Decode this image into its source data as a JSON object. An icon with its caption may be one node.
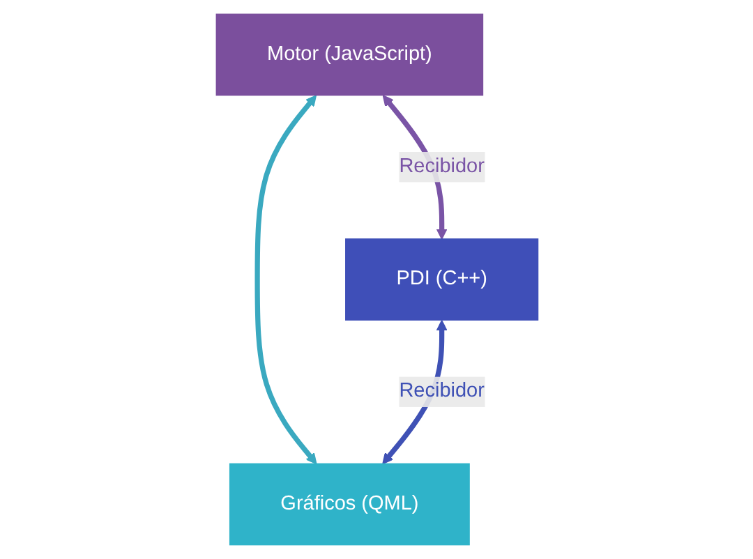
{
  "diagram": {
    "nodes": [
      {
        "text": [
          "Motor (JavaScript)"
        ]
      },
      {
        "text": [
          "PDI (C++)"
        ]
      },
      {
        "text": [
          "Gráficos (QML)"
        ]
      }
    ],
    "edges": [
      {
        "from": 0,
        "to": 1,
        "arrow": "both",
        "label": "Recibidor",
        "color": "#7a54a6"
      },
      {
        "from": 0,
        "to": 2,
        "arrow": "both",
        "color": "#3aa9c0"
      },
      {
        "from": 1,
        "to": 2,
        "arrow": "both",
        "label": "Recibidor",
        "color": "#3f51b5"
      }
    ]
  }
}
